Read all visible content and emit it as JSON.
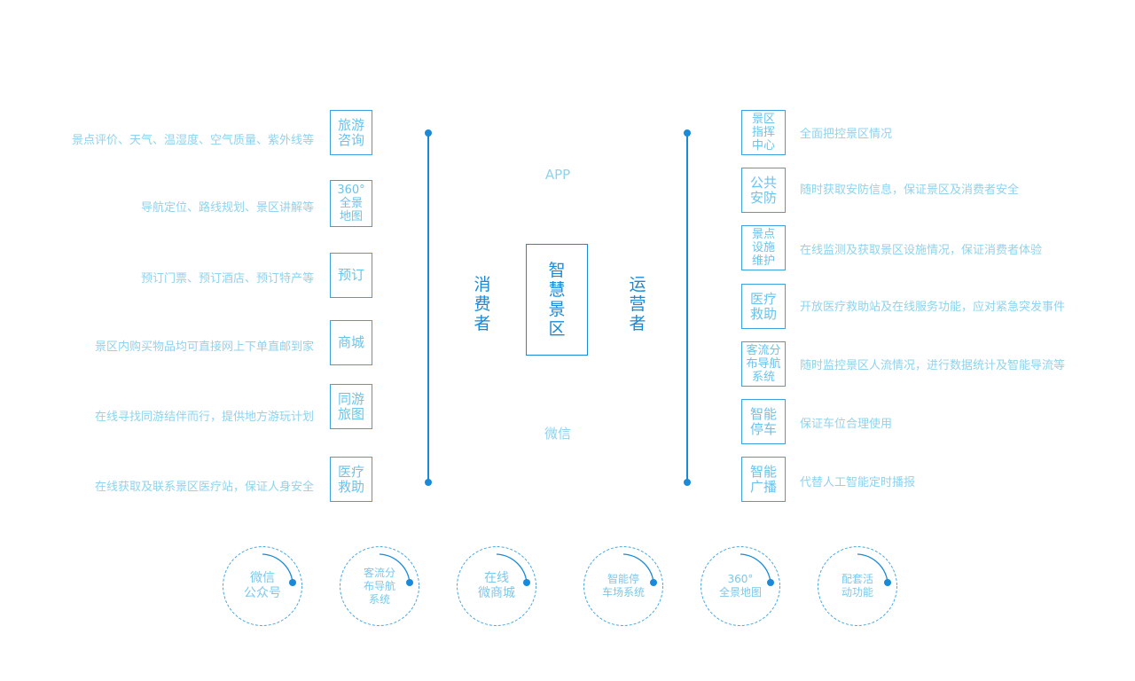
{
  "colors": {
    "primary": "#1a8ad8",
    "light": "#8fd3ee",
    "box_text": "#6cc3ea"
  },
  "center": {
    "label": "智\n慧\n景\n区"
  },
  "consumer": {
    "label": "消\n费\n者"
  },
  "operator": {
    "label": "运\n营\n者"
  },
  "channels": {
    "app": "APP",
    "wechat": "微信"
  },
  "left_items": [
    {
      "box": "旅游\n咨询",
      "desc": "景点评价、天气、温湿度、空气质量、紫外线等"
    },
    {
      "box": "360°\n全景\n地图",
      "desc": "导航定位、路线规划、景区讲解等"
    },
    {
      "box": "预订",
      "desc": "预订门票、预订酒店、预订特产等"
    },
    {
      "box": "商城",
      "desc": "景区内购买物品均可直接网上下单直邮到家"
    },
    {
      "box": "同游\n旅图",
      "desc": "在线寻找同游结伴而行，提供地方游玩计划"
    },
    {
      "box": "医疗\n救助",
      "desc": "在线获取及联系景区医疗站，保证人身安全"
    }
  ],
  "right_items": [
    {
      "box": "景区\n指挥\n中心",
      "desc": "全面把控景区情况"
    },
    {
      "box": "公共\n安防",
      "desc": "随时获取安防信息，保证景区及消费者安全"
    },
    {
      "box": "景点\n设施\n维护",
      "desc": "在线监测及获取景区设施情况，保证消费者体验"
    },
    {
      "box": "医疗\n救助",
      "desc": "开放医疗救助站及在线服务功能，应对紧急突发事件"
    },
    {
      "box": "客流分\n布导航\n系统",
      "desc": "随时监控景区人流情况，进行数据统计及智能导流等"
    },
    {
      "box": "智能\n停车",
      "desc": "保证车位合理使用"
    },
    {
      "box": "智能\n广播",
      "desc": "代替人工智能定时播报"
    }
  ],
  "circles": [
    {
      "label": "微信\n公众号"
    },
    {
      "label": "客流分\n布导航\n系统"
    },
    {
      "label": "在线\n微商城"
    },
    {
      "label": "智能停\n车场系统"
    },
    {
      "label": "360°\n全景地图"
    },
    {
      "label": "配套活\n动功能"
    }
  ]
}
